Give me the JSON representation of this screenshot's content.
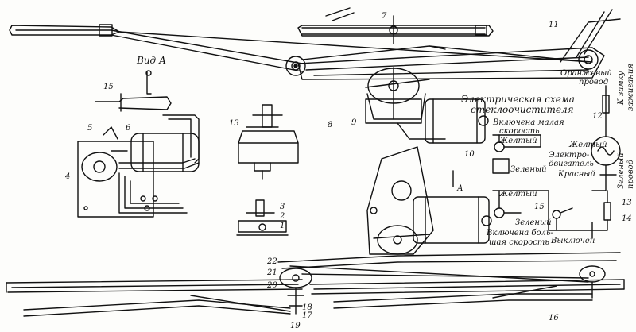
{
  "figure": {
    "view_label": "Вид А",
    "arrow_label": "А",
    "schema_title": [
      "Электрическая схема",
      "стеклоочистителя"
    ],
    "notes": {
      "low_speed": [
        "Включена малая",
        "скорость"
      ],
      "high_speed": [
        "Включена боль-",
        "шая скорость"
      ],
      "off": "Выключен"
    },
    "wires": {
      "yellow_top": "Желтый",
      "green_top": "Зеленый",
      "yellow_mid": "Желтый",
      "green_mid": "Зеленый",
      "orange": [
        "Оранжевый",
        "провод"
      ],
      "ignition": [
        "К замку",
        "зажигания"
      ],
      "yellow_right": "Желтый",
      "red_right": "Красный",
      "green_right": [
        "Зеленый",
        "провод"
      ],
      "motor": [
        "Электро-",
        "двигатель"
      ]
    },
    "callouts": [
      "1",
      "2",
      "3",
      "4",
      "5",
      "6",
      "7",
      "8",
      "9",
      "10",
      "11",
      "12",
      "13",
      "14",
      "15",
      "16",
      "17",
      "18",
      "19",
      "20",
      "21",
      "22",
      "13",
      "15"
    ]
  }
}
